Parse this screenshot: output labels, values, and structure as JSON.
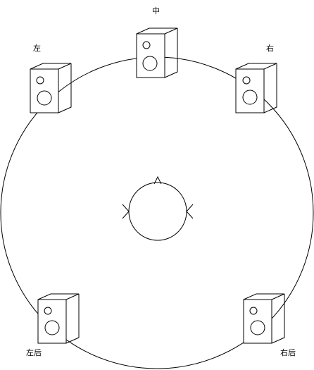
{
  "diagram": {
    "speakers": [
      {
        "id": "center",
        "label": "中"
      },
      {
        "id": "left",
        "label": "左"
      },
      {
        "id": "right",
        "label": "右"
      },
      {
        "id": "rear-left",
        "label": "左后"
      },
      {
        "id": "rear-right",
        "label": "右后"
      }
    ],
    "colors": {
      "stroke": "#000000",
      "background": "#ffffff"
    }
  }
}
